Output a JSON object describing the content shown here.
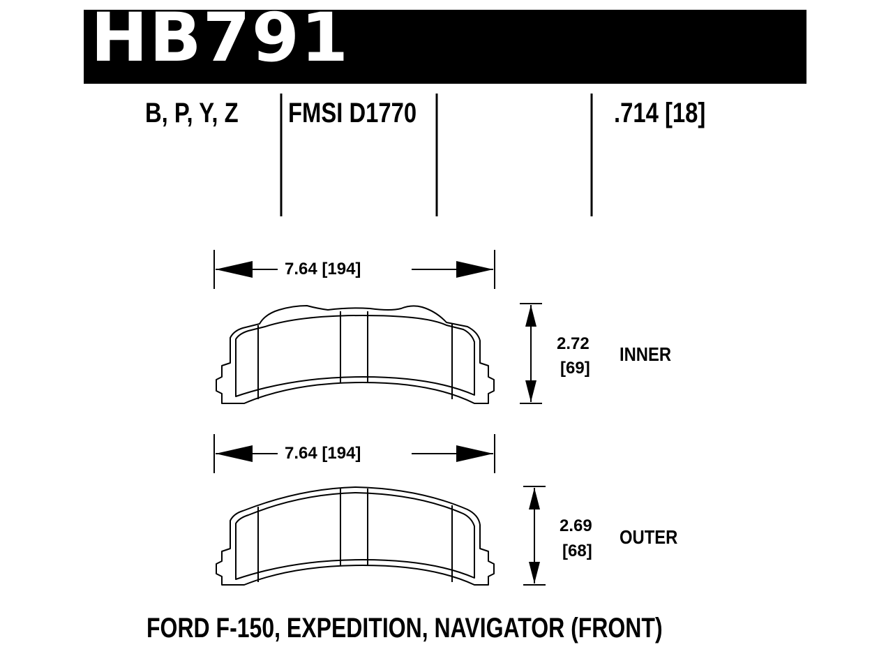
{
  "header": {
    "part_number": "HB791"
  },
  "specs": {
    "compounds": "B, P, Y, Z",
    "fmsi": "FMSI D1770",
    "thickness": ".714 [18]"
  },
  "inner_pad": {
    "width_label": "7.64 [194]",
    "height_value": "2.72",
    "height_mm": "[69]",
    "side_label": "INNER"
  },
  "outer_pad": {
    "width_label": "7.64 [194]",
    "height_value": "2.69",
    "height_mm": "[68]",
    "side_label": "OUTER"
  },
  "footer": {
    "vehicle": "FORD F-150, EXPEDITION, NAVIGATOR (FRONT)"
  }
}
